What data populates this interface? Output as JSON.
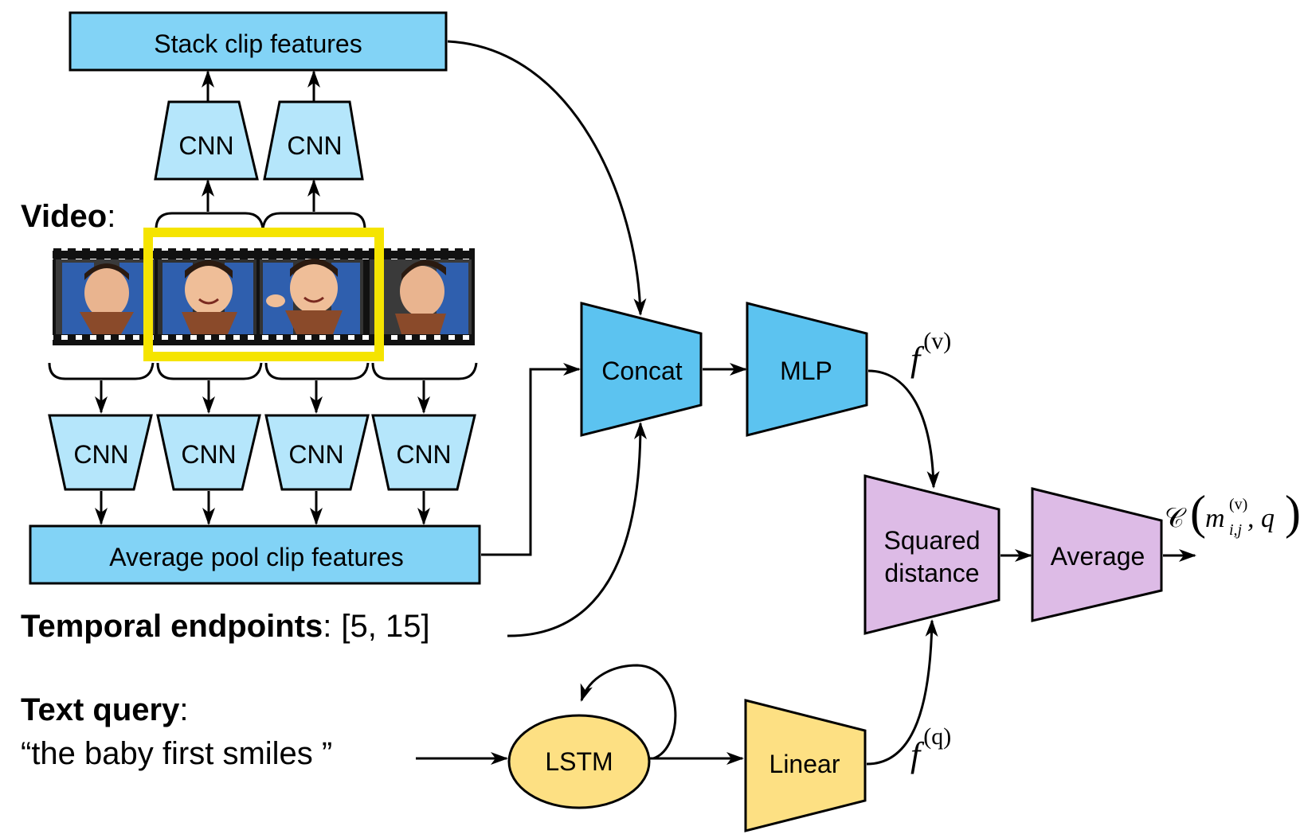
{
  "colors": {
    "blue_light": "#b5e6fb",
    "blue_mid": "#82d3f6",
    "blue_dark": "#5cc3f0",
    "purple": "#ddbbe6",
    "yellow": "#fde083",
    "highlight": "#f5e400",
    "stroke": "#000000"
  },
  "video": {
    "label": "Video",
    "colon": ":",
    "frames": [
      {
        "name": "frame-1"
      },
      {
        "name": "frame-2"
      },
      {
        "name": "frame-3"
      },
      {
        "name": "frame-4"
      }
    ]
  },
  "boxes": {
    "stack": "Stack clip features",
    "average_pool": "Average pool clip features",
    "cnn": "CNN",
    "concat": "Concat",
    "mlp": "MLP",
    "squared_line1": "Squared",
    "squared_line2": "distance",
    "average": "Average",
    "lstm": "LSTM",
    "linear": "Linear"
  },
  "temporal": {
    "label": "Temporal endpoints",
    "colon": ":",
    "value": "[5, 15]"
  },
  "text_query": {
    "label": "Text query",
    "colon": ":",
    "value": "“the baby first smiles ”"
  },
  "math": {
    "f": "f",
    "sup_v": "(v)",
    "sup_q": "(q)",
    "cost_c": "𝒞",
    "cost_m": "m",
    "cost_sup": "(v)",
    "cost_sub": "i,j",
    "cost_q": ", q"
  }
}
